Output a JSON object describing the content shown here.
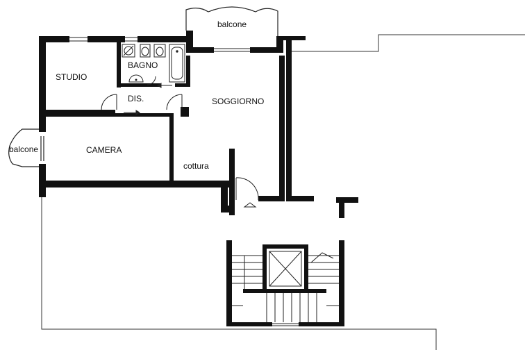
{
  "rooms": {
    "studio": "STUDIO",
    "bagno": "BAGNO",
    "dis": "DIS.",
    "soggiorno": "SOGGIORNO",
    "camera": "CAMERA",
    "cottura": "cottura",
    "balcone_top": "balcone",
    "balcone_left": "balcone"
  },
  "colors": {
    "wall": "#111111",
    "line": "#222222",
    "paper": "#ffffff"
  }
}
